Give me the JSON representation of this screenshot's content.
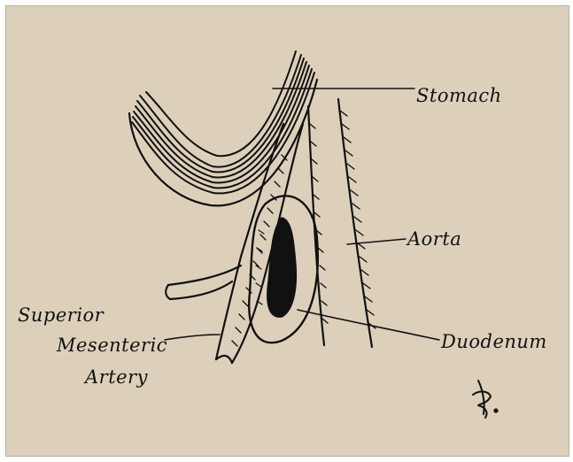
{
  "labels": {
    "stomach": "Stomach",
    "aorta": "Aorta",
    "duodenum": "Duodenum",
    "sma_line1": "Superior",
    "sma_line2": "Mesenteric",
    "sma_line3": "Artery"
  },
  "colors": {
    "paper": "#ddd0bb",
    "ink": "#111111"
  }
}
